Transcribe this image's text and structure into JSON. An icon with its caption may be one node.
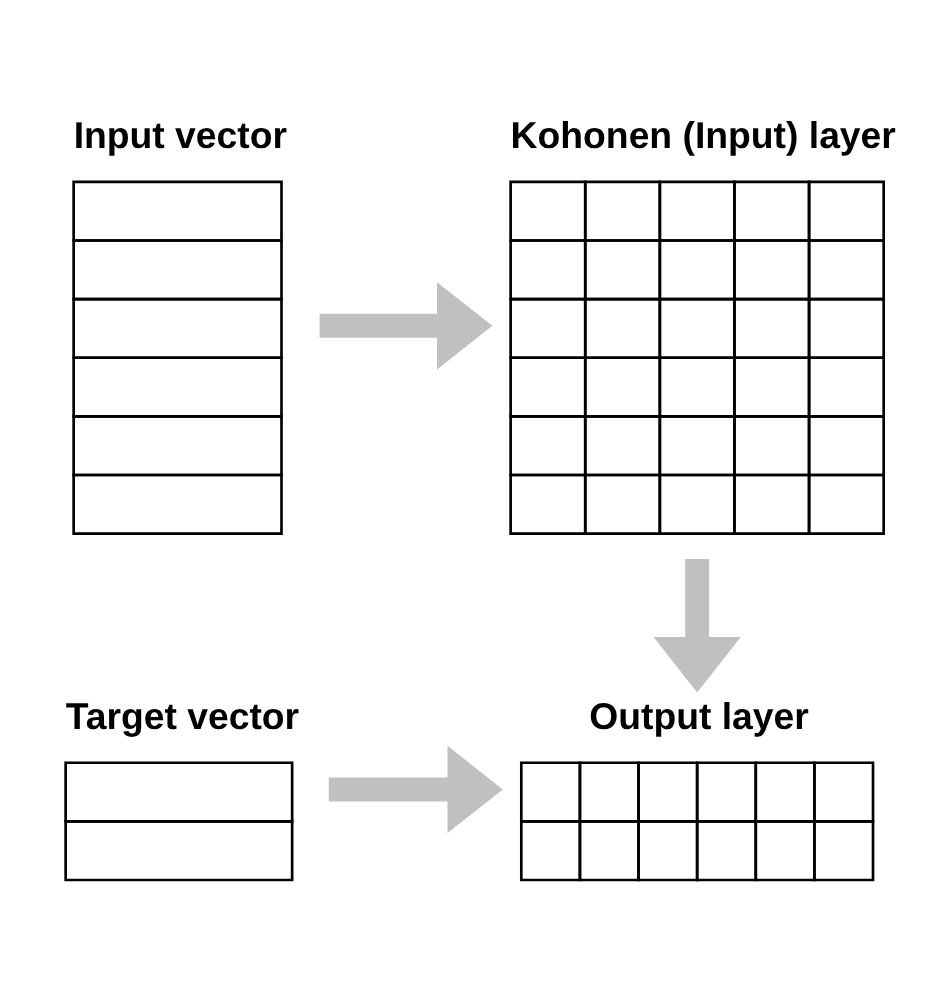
{
  "diagram": {
    "nodes": [
      {
        "text": [
          "Input vector"
        ]
      },
      {
        "text": [
          "Kohonen (Input) layer"
        ]
      },
      {
        "text": [
          "Output layer"
        ]
      },
      {
        "text": [
          "Target vector"
        ]
      }
    ],
    "edges": [
      {
        "from": 0,
        "to": 1,
        "arrow": "to"
      },
      {
        "from": 1,
        "to": 2,
        "arrow": "to"
      },
      {
        "from": 3,
        "to": 2,
        "arrow": "to"
      }
    ]
  }
}
